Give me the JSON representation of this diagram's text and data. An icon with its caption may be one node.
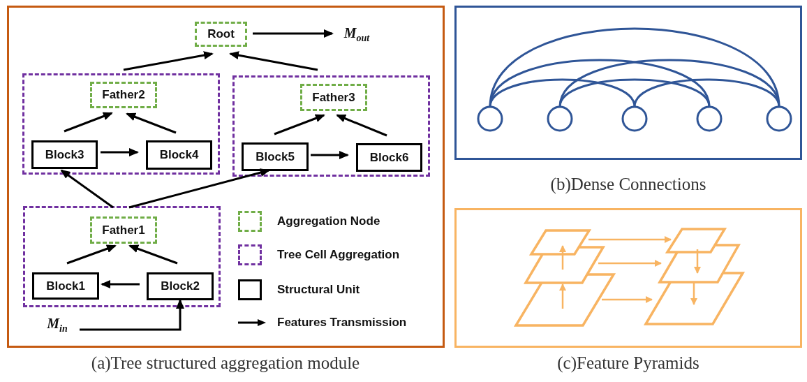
{
  "diagram": {
    "nodes": [
      {
        "text": [
          "Root"
        ]
      },
      {
        "text": [
          "M$_{out}$"
        ]
      },
      {
        "text": [],
        "shape": "box"
      },
      {
        "text": [
          "Father2"
        ],
        "in": 2
      },
      {
        "text": [
          "Block3"
        ],
        "in": 2
      },
      {
        "text": [
          "Block4"
        ],
        "in": 2
      },
      {
        "text": [],
        "shape": "box"
      },
      {
        "text": [
          "Father3"
        ],
        "in": 6
      },
      {
        "text": [
          "Block5"
        ],
        "in": 6
      },
      {
        "text": [
          "Block6"
        ],
        "in": 6
      },
      {
        "text": [],
        "shape": "box"
      },
      {
        "text": [
          "Father1"
        ],
        "in": 10
      },
      {
        "text": [
          "Block1"
        ],
        "in": 10
      },
      {
        "text": [
          "Block2"
        ],
        "in": 10
      },
      {
        "text": [
          "M$_{in}$"
        ]
      },
      {
        "text": [],
        "shape": "circle"
      },
      {
        "text": [],
        "shape": "circle"
      },
      {
        "text": [],
        "shape": "circle"
      },
      {
        "text": [],
        "shape": "circle"
      },
      {
        "text": [],
        "shape": "circle"
      },
      {
        "text": [],
        "shape": "parallelogram"
      },
      {
        "text": [],
        "shape": "parallelogram"
      },
      {
        "text": [],
        "shape": "parallelogram"
      },
      {
        "text": [],
        "shape": "parallelogram"
      },
      {
        "text": [],
        "shape": "parallelogram"
      },
      {
        "text": [],
        "shape": "parallelogram"
      }
    ],
    "edges": [
      {
        "from": 0,
        "to": 1,
        "arrow": "to"
      },
      {
        "from": 2,
        "to": 0,
        "arrow": "to"
      },
      {
        "from": 6,
        "to": 0,
        "arrow": "to"
      },
      {
        "from": 4,
        "to": 3,
        "arrow": "to"
      },
      {
        "from": 5,
        "to": 3,
        "arrow": "to"
      },
      {
        "from": 4,
        "to": 5,
        "arrow": "to"
      },
      {
        "from": 8,
        "to": 7,
        "arrow": "to"
      },
      {
        "from": 9,
        "to": 7,
        "arrow": "to"
      },
      {
        "from": 8,
        "to": 9,
        "arrow": "to"
      },
      {
        "from": 10,
        "to": 4,
        "arrow": "to"
      },
      {
        "from": 10,
        "to": 8,
        "arrow": "to"
      },
      {
        "from": 12,
        "to": 11,
        "arrow": "to"
      },
      {
        "from": 13,
        "to": 11,
        "arrow": "to"
      },
      {
        "from": 13,
        "to": 12,
        "arrow": "to"
      },
      {
        "from": 14,
        "to": 13,
        "arrow": "to"
      },
      {
        "from": 15,
        "to": 17,
        "arrow": "none",
        "color": "#2f5597"
      },
      {
        "from": 15,
        "to": 18,
        "arrow": "none",
        "color": "#2f5597"
      },
      {
        "from": 15,
        "to": 19,
        "arrow": "none",
        "color": "#2f5597"
      },
      {
        "from": 16,
        "to": 18,
        "arrow": "none",
        "color": "#2f5597"
      },
      {
        "from": 16,
        "to": 19,
        "arrow": "none",
        "color": "#2f5597"
      },
      {
        "from": 17,
        "to": 19,
        "arrow": "none",
        "color": "#2f5597"
      },
      {
        "from": 20,
        "to": 23,
        "arrow": "to",
        "color": "#f8b462"
      },
      {
        "from": 21,
        "to": 24,
        "arrow": "to",
        "color": "#f8b462"
      },
      {
        "from": 22,
        "to": 25,
        "arrow": "to",
        "color": "#f8b462"
      },
      {
        "from": 21,
        "to": 20,
        "arrow": "to",
        "color": "#f8b462"
      },
      {
        "from": 22,
        "to": 21,
        "arrow": "to",
        "color": "#f8b462"
      },
      {
        "from": 23,
        "to": 24,
        "arrow": "to",
        "color": "#f8b462"
      },
      {
        "from": 24,
        "to": 25,
        "arrow": "to",
        "color": "#f8b462"
      }
    ],
    "labels": [
      "(b)Dense Connections",
      "(a)Tree structured aggregation module",
      "(c)Feature Pyramids"
    ],
    "legend": [
      {
        "text": "Aggregation Node"
      },
      {
        "text": "Tree Cell Aggregation"
      },
      {
        "text": "Structural Unit"
      },
      {
        "text": "Features Transmission"
      }
    ]
  }
}
